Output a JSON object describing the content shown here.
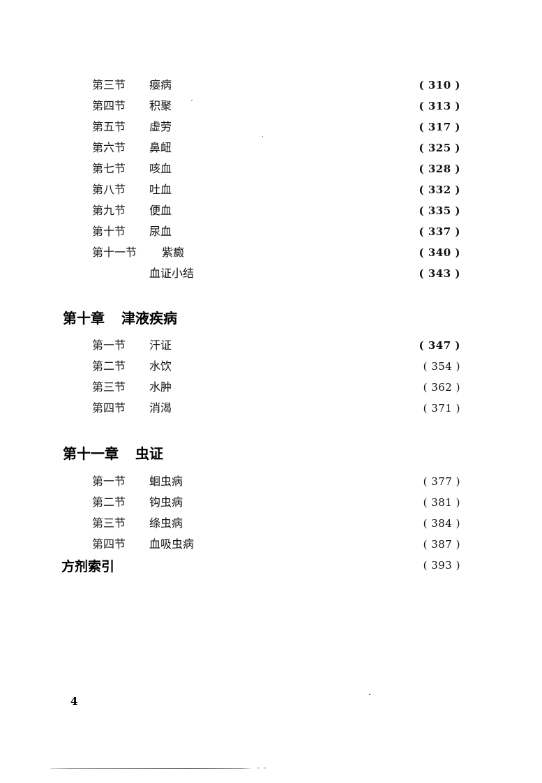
{
  "document": {
    "type": "table-of-contents",
    "folio": "4"
  },
  "sections_part1": [
    {
      "label": "第三节",
      "title": "瘿病",
      "page": "310"
    },
    {
      "label": "第四节",
      "title": "积聚",
      "page": "313"
    },
    {
      "label": "第五节",
      "title": "虚劳",
      "page": "317"
    },
    {
      "label": "第六节",
      "title": "鼻衄",
      "page": "325"
    },
    {
      "label": "第七节",
      "title": "咳血",
      "page": "328"
    },
    {
      "label": "第八节",
      "title": "吐血",
      "page": "332"
    },
    {
      "label": "第九节",
      "title": "便血",
      "page": "335"
    },
    {
      "label": "第十节",
      "title": "尿血",
      "page": "337"
    },
    {
      "label": "第十一节",
      "title": "紫癜",
      "page": "340"
    },
    {
      "label": "",
      "title": "血证小结",
      "page": "343"
    }
  ],
  "chapter10": {
    "label": "第十章",
    "title": "津液疾病",
    "sections": [
      {
        "label": "第一节",
        "title": "汗证",
        "page": "347"
      },
      {
        "label": "第二节",
        "title": "水饮",
        "page": "354"
      },
      {
        "label": "第三节",
        "title": "水肿",
        "page": "362"
      },
      {
        "label": "第四节",
        "title": "消渴",
        "page": "371"
      }
    ]
  },
  "chapter11": {
    "label": "第十一章",
    "title": "虫证",
    "sections": [
      {
        "label": "第一节",
        "title": "蛔虫病",
        "page": "377"
      },
      {
        "label": "第二节",
        "title": "钩虫病",
        "page": "381"
      },
      {
        "label": "第三节",
        "title": "绦虫病",
        "page": "384"
      },
      {
        "label": "第四节",
        "title": "血吸虫病",
        "page": "387"
      }
    ]
  },
  "appendix": {
    "title": "方剂索引",
    "page": "393"
  },
  "symbols": {
    "paren_open": "(",
    "paren_close": ")"
  }
}
